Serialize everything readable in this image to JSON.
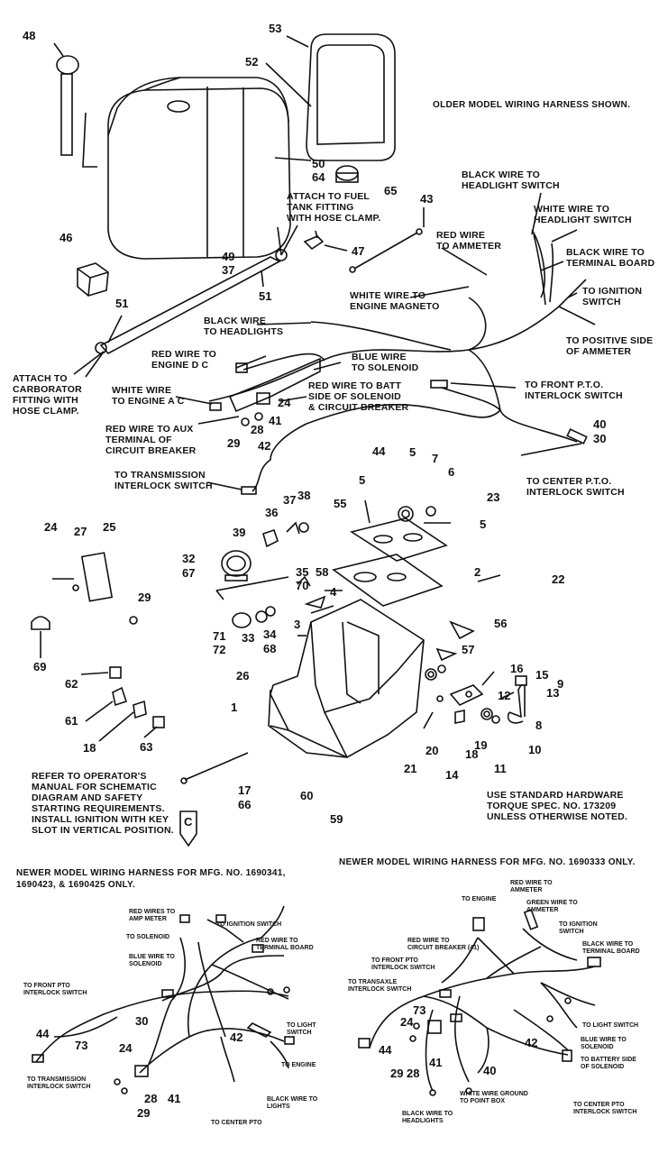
{
  "diagram": {
    "headers": {
      "older": "OLDER MODEL WIRING HARNESS SHOWN.",
      "newer_left": "NEWER MODEL WIRING HARNESS FOR MFG. NO. 1690341,\n1690423,  & 1690425 ONLY.",
      "newer_right": "NEWER MODEL WIRING HARNESS FOR MFG. NO. 1690333 ONLY."
    },
    "notes": {
      "operator": "REFER TO OPERATOR'S\nMANUAL FOR SCHEMATIC\nDIAGRAM AND SAFETY\nSTARTING REQUIREMENTS.\nINSTALL IGNITION WITH KEY\nSLOT IN VERTICAL POSITION.",
      "hardware": "USE STANDARD HARDWARE\nTORQUE SPEC. NO. 173209\nUNLESS OTHERWISE NOTED.",
      "section_c": "C"
    },
    "callouts_top": {
      "attach_fuel": "ATTACH TO FUEL\nTANK FITTING\nWITH HOSE CLAMP.",
      "attach_carb": "ATTACH TO\nCARBORATOR\nFITTING WITH\nHOSE CLAMP.",
      "black_headlight_switch": "BLACK WIRE TO\nHEADLIGHT SWITCH",
      "white_headlight_switch": "WHITE WIRE TO\nHEADLIGHT SWITCH",
      "black_terminal_board": "BLACK WIRE TO\nTERMINAL BOARD",
      "red_ammeter": "RED WIRE\nTO AMMETER",
      "to_ignition": "TO IGNITION\nSWITCH",
      "white_magneto": "WHITE WIRE TO\nENGINE MAGNETO",
      "positive_ammeter": "TO POSITIVE SIDE\nOF AMMETER",
      "black_headlights": "BLACK WIRE\nTO HEADLIGHTS",
      "red_engine_dc": "RED WIRE TO\nENGINE D C",
      "blue_solenoid": "BLUE WIRE\nTO SOLENOID",
      "white_engine_ac": "WHITE WIRE\nTO ENGINE A C",
      "red_batt": "RED WIRE TO BATT\nSIDE OF SOLENOID\n& CIRCUIT BREAKER",
      "front_pto": "TO FRONT P.T.O.\nINTERLOCK SWITCH",
      "red_aux": "RED WIRE TO AUX\nTERMINAL OF\nCIRCUIT BREAKER",
      "transmission_interlock": "TO TRANSMISSION\nINTERLOCK SWITCH",
      "center_pto": "TO CENTER P.T.O.\nINTERLOCK SWITCH"
    },
    "callouts_left_harness": {
      "red_amp_meter": "RED WIRES TO\nAMP METER",
      "to_solenoid": "TO SOLENOID",
      "to_ignition": "TO IGNITION SWITCH",
      "red_terminal_board": "RED WIRE TO\nTERMINAL BOARD",
      "blue_solenoid": "BLUE WIRE TO\nSOLENOID",
      "front_pto": "TO FRONT PTO\nINTERLOCK SWITCH",
      "light_switch": "TO LIGHT\nSWITCH",
      "to_engine": "TO ENGINE",
      "black_lights": "BLACK WIRE TO\nLIGHTS",
      "transmission": "TO TRANSMISSION\nINTERLOCK SWITCH",
      "center_pto": "TO CENTER PTO"
    },
    "callouts_right_harness": {
      "to_engine": "TO ENGINE",
      "red_ammeter": "RED WIRE TO\nAMMETER",
      "green_ammeter": "GREEN WIRE TO\nAMMETER",
      "to_ignition": "TO IGNITION\nSWITCH",
      "black_terminal": "BLACK WIRE TO\nTERMINAL BOARD",
      "red_circuit_breaker": "RED WIRE TO\nCIRCUIT BREAKER (41)",
      "front_pto": "TO FRONT PTO\nINTERLOCK SWITCH",
      "transaxle": "TO TRANSAXLE\nINTERLOCK SWITCH",
      "light_switch": "TO LIGHT SWITCH",
      "blue_solenoid": "BLUE WIRE TO\nSOLENOID",
      "battery_side": "TO BATTERY SIDE\nOF SOLENOID",
      "white_ground": "WHITE WIRE GROUND\nTO POINT BOX",
      "black_headlights": "BLACK WIRE TO\nHEADLIGHTS",
      "center_pto": "TO CENTER PTO\nINTERLOCK SWITCH"
    },
    "part_numbers": {
      "p48": "48",
      "p53": "53",
      "p52": "52",
      "p50": "50",
      "p64": "64",
      "p65": "65",
      "p43": "43",
      "p46": "46",
      "p47": "47",
      "p49": "49",
      "p37a": "37",
      "p51a": "51",
      "p51b": "51",
      "p24a": "24",
      "p28a": "28",
      "p41a": "41",
      "p29a": "29",
      "p42a": "42",
      "p44a": "44",
      "p40": "40",
      "p30a": "30",
      "p5a": "5",
      "p7": "7",
      "p6": "6",
      "p23": "23",
      "p5b": "5",
      "p5c": "5",
      "p55": "55",
      "p37b": "37",
      "p38": "38",
      "p36": "36",
      "p39": "39",
      "p32": "32",
      "p67": "67",
      "p35": "35",
      "p70": "70",
      "p58": "58",
      "p4": "4",
      "p2": "2",
      "p22": "22",
      "p24b": "24",
      "p27": "27",
      "p25": "25",
      "p29b": "29",
      "p69": "69",
      "p71": "71",
      "p72": "72",
      "p33": "33",
      "p34": "34",
      "p68": "68",
      "p3": "3",
      "p56": "56",
      "p57": "57",
      "p16": "16",
      "p15": "15",
      "p13": "13",
      "p12": "12",
      "p9": "9",
      "p26": "26",
      "p1": "1",
      "p62": "62",
      "p61": "61",
      "p18a": "18",
      "p63": "63",
      "p8": "8",
      "p19": "19",
      "p10": "10",
      "p18b": "18",
      "p20": "20",
      "p21": "21",
      "p14": "14",
      "p11": "11",
      "p60": "60",
      "p17": "17",
      "p66": "66",
      "p59": "59",
      "l30": "30",
      "l42": "42",
      "l44": "44",
      "l73": "73",
      "l24": "24",
      "l28": "28",
      "l41": "41",
      "l29": "29",
      "r73": "73",
      "r24": "24",
      "r42": "42",
      "r44": "44",
      "r41": "41",
      "r29": "29",
      "r28": "28",
      "r40": "40"
    }
  }
}
